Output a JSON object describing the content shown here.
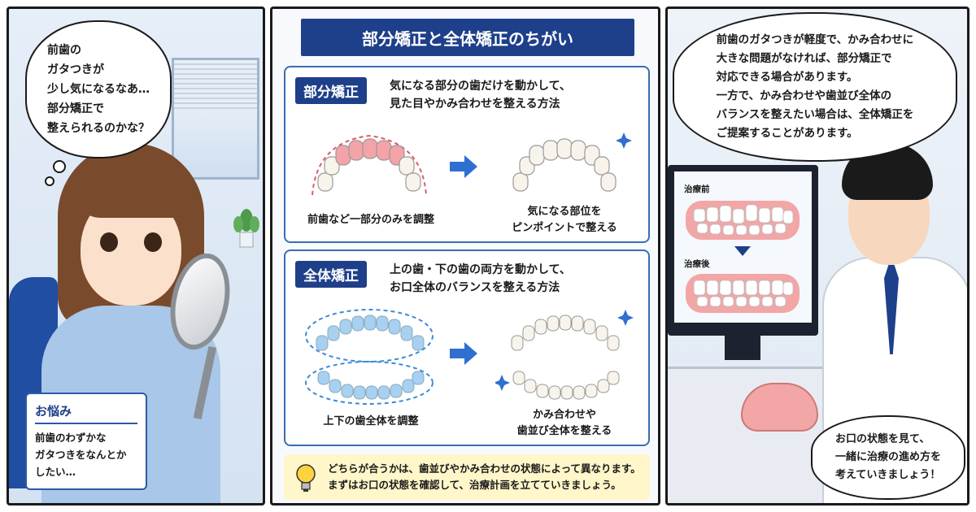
{
  "left_panel": {
    "thought": "前歯の\nガタつきが\n少し気になるなあ…\n部分矯正で\n整えられるのかな？",
    "worry_title": "お悩み",
    "worry_text": "前歯のわずかな\nガタつきをなんとか\nしたい…"
  },
  "middle_panel": {
    "title": "部分矯正と全体矯正のちがい",
    "partial": {
      "tag": "部分矯正",
      "desc": "気になる部分の歯だけを動かして、\n見た目やかみ合わせを整える方法",
      "before_caption": "前歯など一部分のみを調整",
      "after_caption": "気になる部位を\nピンポイントで整える"
    },
    "full": {
      "tag": "全体矯正",
      "desc": "上の歯・下の歯の両方を動かして、\nお口全体のバランスを整える方法",
      "before_caption": "上下の歯全体を調整",
      "after_caption": "かみ合わせや\n歯並び全体を整える"
    },
    "tip": "どちらが合うかは、歯並びやかみ合わせの状態によって異なります。\nまずはお口の状態を確認して、治療計画を立てていきましょう。"
  },
  "right_panel": {
    "speech_top": "前歯のガタつきが軽度で、かみ合わせに\n大きな問題がなければ、部分矯正で\n対応できる場合があります。\n一方で、かみ合わせや歯並び全体の\nバランスを整えたい場合は、全体矯正を\nご提案することがあります。",
    "screen_before": "治療前",
    "screen_after": "治療後",
    "speech_bottom": "お口の状態を見て、\n一緒に治療の進め方を\n考えていきましょう！"
  },
  "colors": {
    "navy": "#1e3f8a",
    "card_border": "#3a6db5",
    "highlight_pink": "#f4a3a8",
    "highlight_blue": "#a8d0f0",
    "arrow_blue": "#2f6fd0",
    "tip_yellow": "#fff6c9"
  }
}
